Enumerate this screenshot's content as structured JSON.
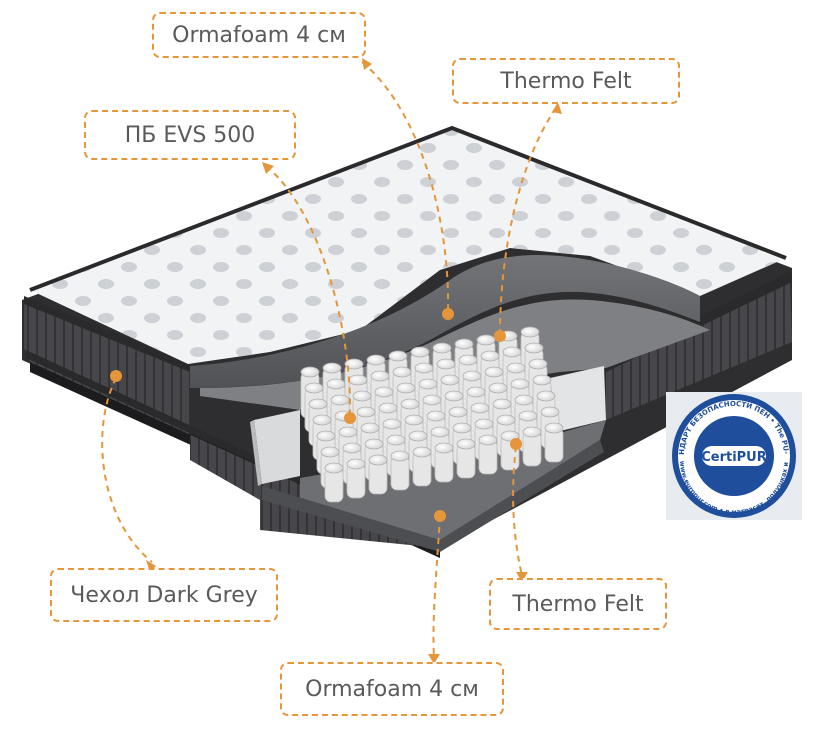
{
  "colors": {
    "accent": "#e5953a",
    "label_text": "#5a5a5a",
    "cover": "#3d3d40",
    "quilt_top": "#f2f3f5",
    "foam": "#5b5d60",
    "felt": "#7a7c80",
    "springs": "#f4f4f4",
    "badge_blue": "#1f4e9c"
  },
  "labels": {
    "top_foam": "Ormafoam 4 см",
    "top_felt": "Thermo Felt",
    "springs": "ПБ EVS 500",
    "cover": "Чехол Dark Grey",
    "bottom_felt": "Thermo Felt",
    "bottom_foam": "Ormafoam 4 см"
  },
  "badge": {
    "center": "CertiPUR",
    "arc_top": "ЕВРОПЕЙСКИЙ СТАНДАРТ БЕЗОПАСНОСТИ ПЕН • The PU-Foam SHE-Standard",
    "arc_bottom": "Europur ASBL - www.europur.com • в матрасах, подушках и мягкой мебели"
  }
}
